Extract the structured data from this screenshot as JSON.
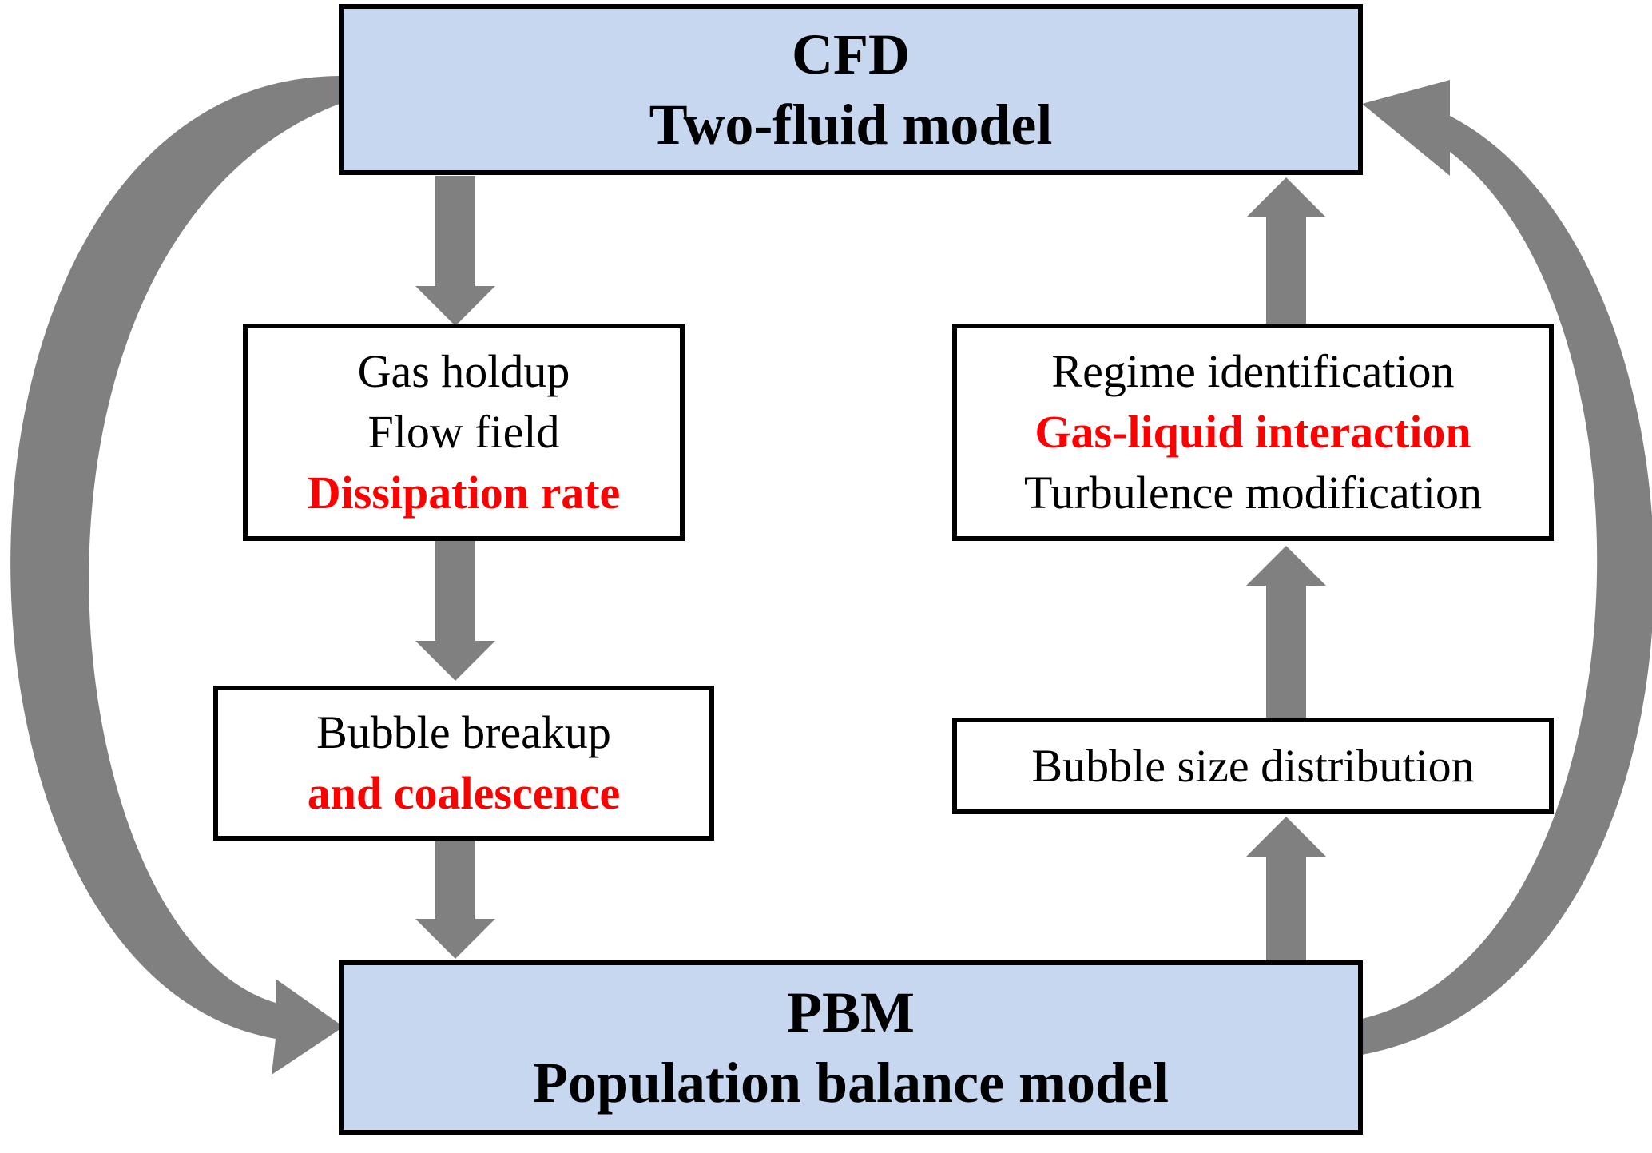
{
  "colors": {
    "arrow": "#808080",
    "main_box_fill": "#c6d7ef",
    "border": "#000000",
    "highlight": "#ff0000"
  },
  "cfd": {
    "title": "CFD",
    "subtitle": "Two-fluid model"
  },
  "pbm": {
    "title": "PBM",
    "subtitle": "Population balance model"
  },
  "left_box_1": {
    "lines": [
      "Gas holdup",
      "Flow field",
      "Dissipation rate"
    ]
  },
  "left_box_2": {
    "lines": [
      "Bubble breakup",
      "and coalescence"
    ]
  },
  "right_box_1": {
    "lines": [
      "Regime identification",
      "Gas-liquid interaction",
      "Turbulence modification"
    ]
  },
  "right_box_2": {
    "lines": [
      "Bubble size distribution"
    ]
  }
}
